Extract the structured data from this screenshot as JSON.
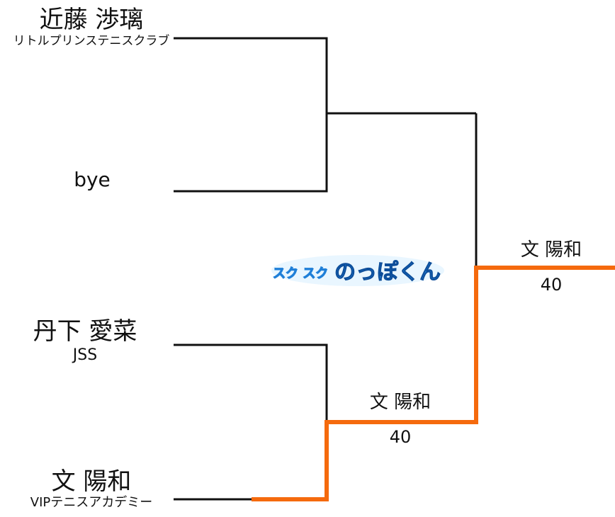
{
  "players": [
    {
      "name": "近藤 渉璃",
      "club": "リトルプリンステニスクラブ"
    },
    {
      "name": "bye",
      "club": ""
    },
    {
      "name": "丹下 愛菜",
      "club": "JSS"
    },
    {
      "name": "文 陽和",
      "club": "VIPテニスアカデミー"
    }
  ],
  "results": {
    "semifinal_bottom": {
      "winner": "文 陽和",
      "score": "40"
    },
    "final": {
      "winner": "文 陽和",
      "score": "40"
    }
  },
  "logo": {
    "text_small": "スク スク",
    "text_main": "のっぽくん"
  },
  "colors": {
    "line": "#111111",
    "winner_path": "#f56a0d",
    "logo_blue": "#1f7fd8",
    "logo_light": "#8fd3ff"
  }
}
